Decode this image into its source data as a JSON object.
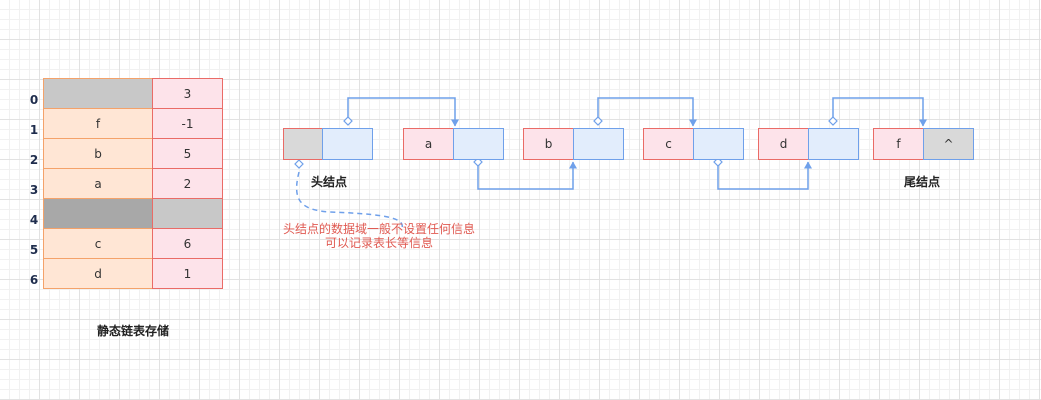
{
  "static_table": {
    "rows": [
      {
        "index": "0",
        "data": "",
        "cur": "3"
      },
      {
        "index": "1",
        "data": "f",
        "cur": "-1"
      },
      {
        "index": "2",
        "data": "b",
        "cur": "5"
      },
      {
        "index": "3",
        "data": "a",
        "cur": "2"
      },
      {
        "index": "4",
        "data": "",
        "cur": ""
      },
      {
        "index": "5",
        "data": "c",
        "cur": "6"
      },
      {
        "index": "6",
        "data": "d",
        "cur": "1"
      }
    ],
    "caption": "静态链表存储"
  },
  "linked_list": {
    "nodes": [
      {
        "data": "",
        "next": ""
      },
      {
        "data": "a",
        "next": ""
      },
      {
        "data": "b",
        "next": ""
      },
      {
        "data": "c",
        "next": ""
      },
      {
        "data": "d",
        "next": ""
      },
      {
        "data": "f",
        "next": "^"
      }
    ],
    "head_label": "头结点",
    "tail_label": "尾结点"
  },
  "note": {
    "line1": "头结点的数据域一般不设置任何信息",
    "line2": "可以记录表长等信息"
  },
  "colors": {
    "data_fill": "#fde3ea",
    "data_border": "#ea6b66",
    "pointer_fill": "#e2edfc",
    "pointer_border": "#6fa0ea",
    "table_data_fill": "#ffe6d5",
    "table_data_border": "#f4a26a",
    "note_text": "#e05a52",
    "arrow": "#6fa0ea"
  }
}
